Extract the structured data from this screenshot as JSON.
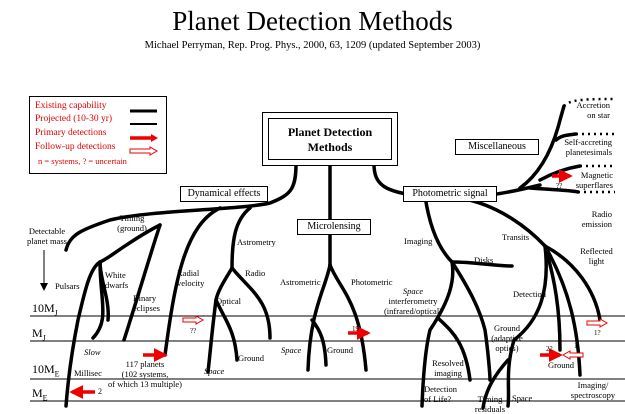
{
  "title": "Planet Detection Methods",
  "subtitle": "Michael Perryman, Rep. Prog. Phys., 2000, 63, 1209 (updated September 2003)",
  "legend": {
    "items": [
      {
        "label": "Existing capability",
        "style": "solid"
      },
      {
        "label": "Projected (10-30 yr)",
        "style": "solid-thin"
      },
      {
        "label": "Primary detections",
        "style": "filled-arrow"
      },
      {
        "label": "Follow-up detections",
        "style": "hollow-arrow"
      }
    ],
    "note": "n = systems, ? = uncertain",
    "colors": {
      "text": "#e00000",
      "arrow": "#ee0000"
    }
  },
  "root": {
    "line1": "Planet Detection",
    "line2": "Methods"
  },
  "categories": {
    "dynamical": "Dynamical effects",
    "microlensing": "Microlensing",
    "photometric": "Photometric signal",
    "misc": "Miscellaneous"
  },
  "mass_axis": {
    "label_line1": "Detectable",
    "label_line2": "planet mass",
    "levels": [
      {
        "base": "10M",
        "sub": "J"
      },
      {
        "base": "M",
        "sub": "J"
      },
      {
        "base": "10M",
        "sub": "E"
      },
      {
        "base": "M",
        "sub": "E"
      }
    ]
  },
  "labels": {
    "timing": [
      "Timing",
      "(ground)"
    ],
    "pulsars": "Pulsars",
    "white_dwarfs": [
      "White",
      "dwarfs"
    ],
    "binary_eclipses": [
      "Binary",
      "eclipses"
    ],
    "radial_velocity": [
      "Radial",
      "velocity"
    ],
    "astrometry": "Astrometry",
    "radio": "Radio",
    "optical": "Optical",
    "slow": "Slow",
    "millisec": "Millisec",
    "planets_count": [
      "117 planets",
      "(102 systems,",
      "of which 13 multiple)"
    ],
    "space_astrometry": "Space",
    "ground_astrometry": "Ground",
    "astrometric": "Astrometric",
    "photometric": "Photometric",
    "ml_space": "Space",
    "ml_ground": "Ground",
    "imaging": "Imaging",
    "disks": "Disks",
    "space_interferometry": [
      "Space",
      "interferometry",
      "(infrared/optical)"
    ],
    "ground_ao": [
      "Ground",
      "(adaptive",
      "optics)"
    ],
    "resolved_imaging": [
      "Resolved",
      "imaging"
    ],
    "detection_of_life": [
      "Detection",
      "of Life?"
    ],
    "timing_residuals": [
      "Timing",
      "residuals"
    ],
    "transit_space": "Space",
    "transits": "Transits",
    "detection": "Detection",
    "transit_ground": "Ground",
    "reflected_light": [
      "Reflected",
      "light"
    ],
    "imaging_spectroscopy": [
      "Imaging/",
      "spectroscopy"
    ],
    "accretion": [
      "Accretion",
      "on star"
    ],
    "self_accreting": [
      "Self-accreting",
      "planetesimals"
    ],
    "magnetic": [
      "Magnetic",
      "superflares"
    ],
    "radio_emission": [
      "Radio",
      "emission"
    ]
  },
  "counts": {
    "pulsar": "2",
    "binary_followup": "??",
    "microlensing": "19",
    "transit_primary": "2?",
    "transit_followup": "1",
    "reflected_followup": "1?",
    "magnetic": "??"
  }
}
